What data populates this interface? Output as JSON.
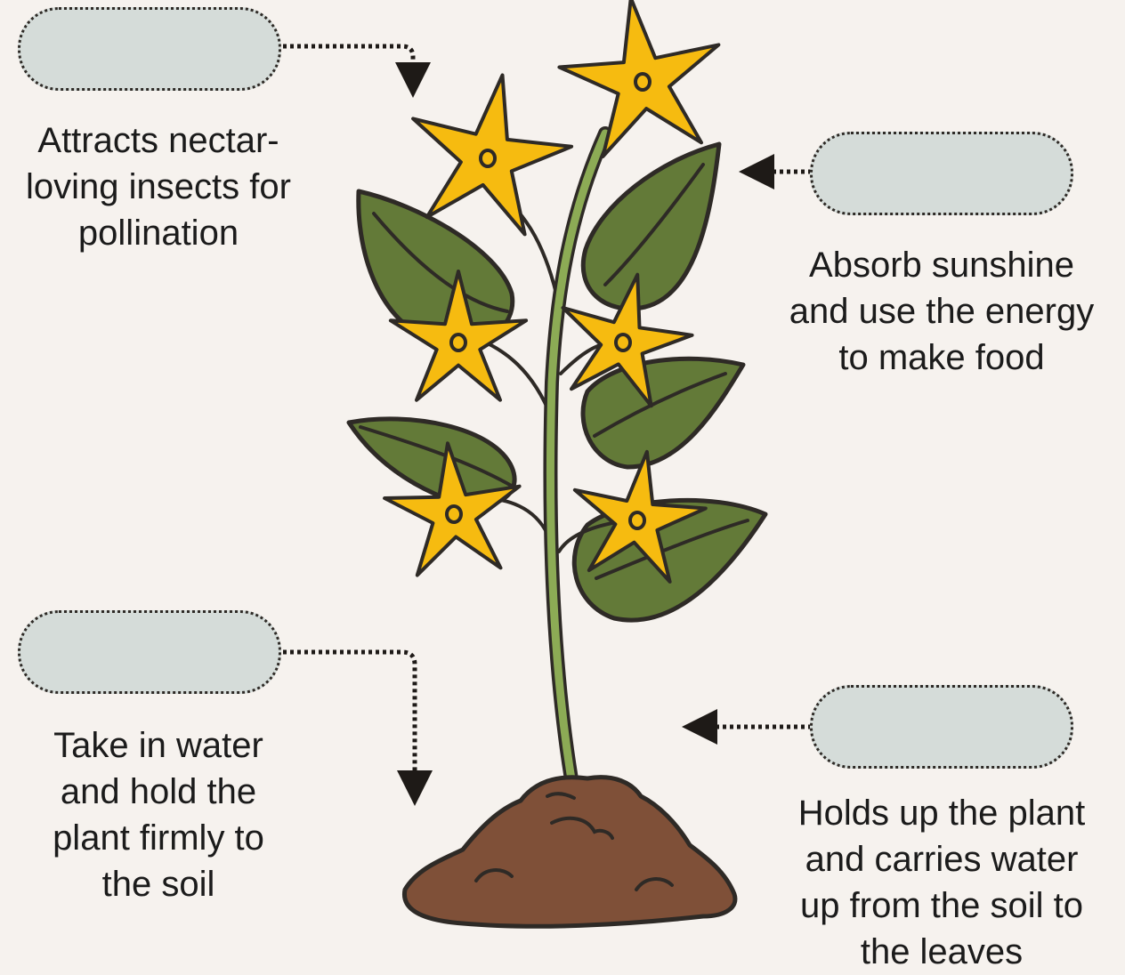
{
  "labels": [
    {
      "id": "flower",
      "blank": "",
      "description": "Attracts nectar-\nloving insects for\npollination"
    },
    {
      "id": "leaf",
      "blank": "",
      "description": "Absorb sunshine\nand use the energy\nto make food"
    },
    {
      "id": "root",
      "blank": "",
      "description": "Take in water\nand hold the\nplant firmly to\nthe soil"
    },
    {
      "id": "stem",
      "blank": "",
      "description": "Holds up the plant\nand carries water\nup from the soil to\nthe leaves"
    }
  ],
  "colors": {
    "background": "#f6f2ee",
    "blank_fill": "#d5dcd9",
    "outline": "#2e2a26",
    "petal": "#f6bb10",
    "leaf": "#637a38",
    "stem": "#8cab55",
    "soil": "#7f5038"
  }
}
